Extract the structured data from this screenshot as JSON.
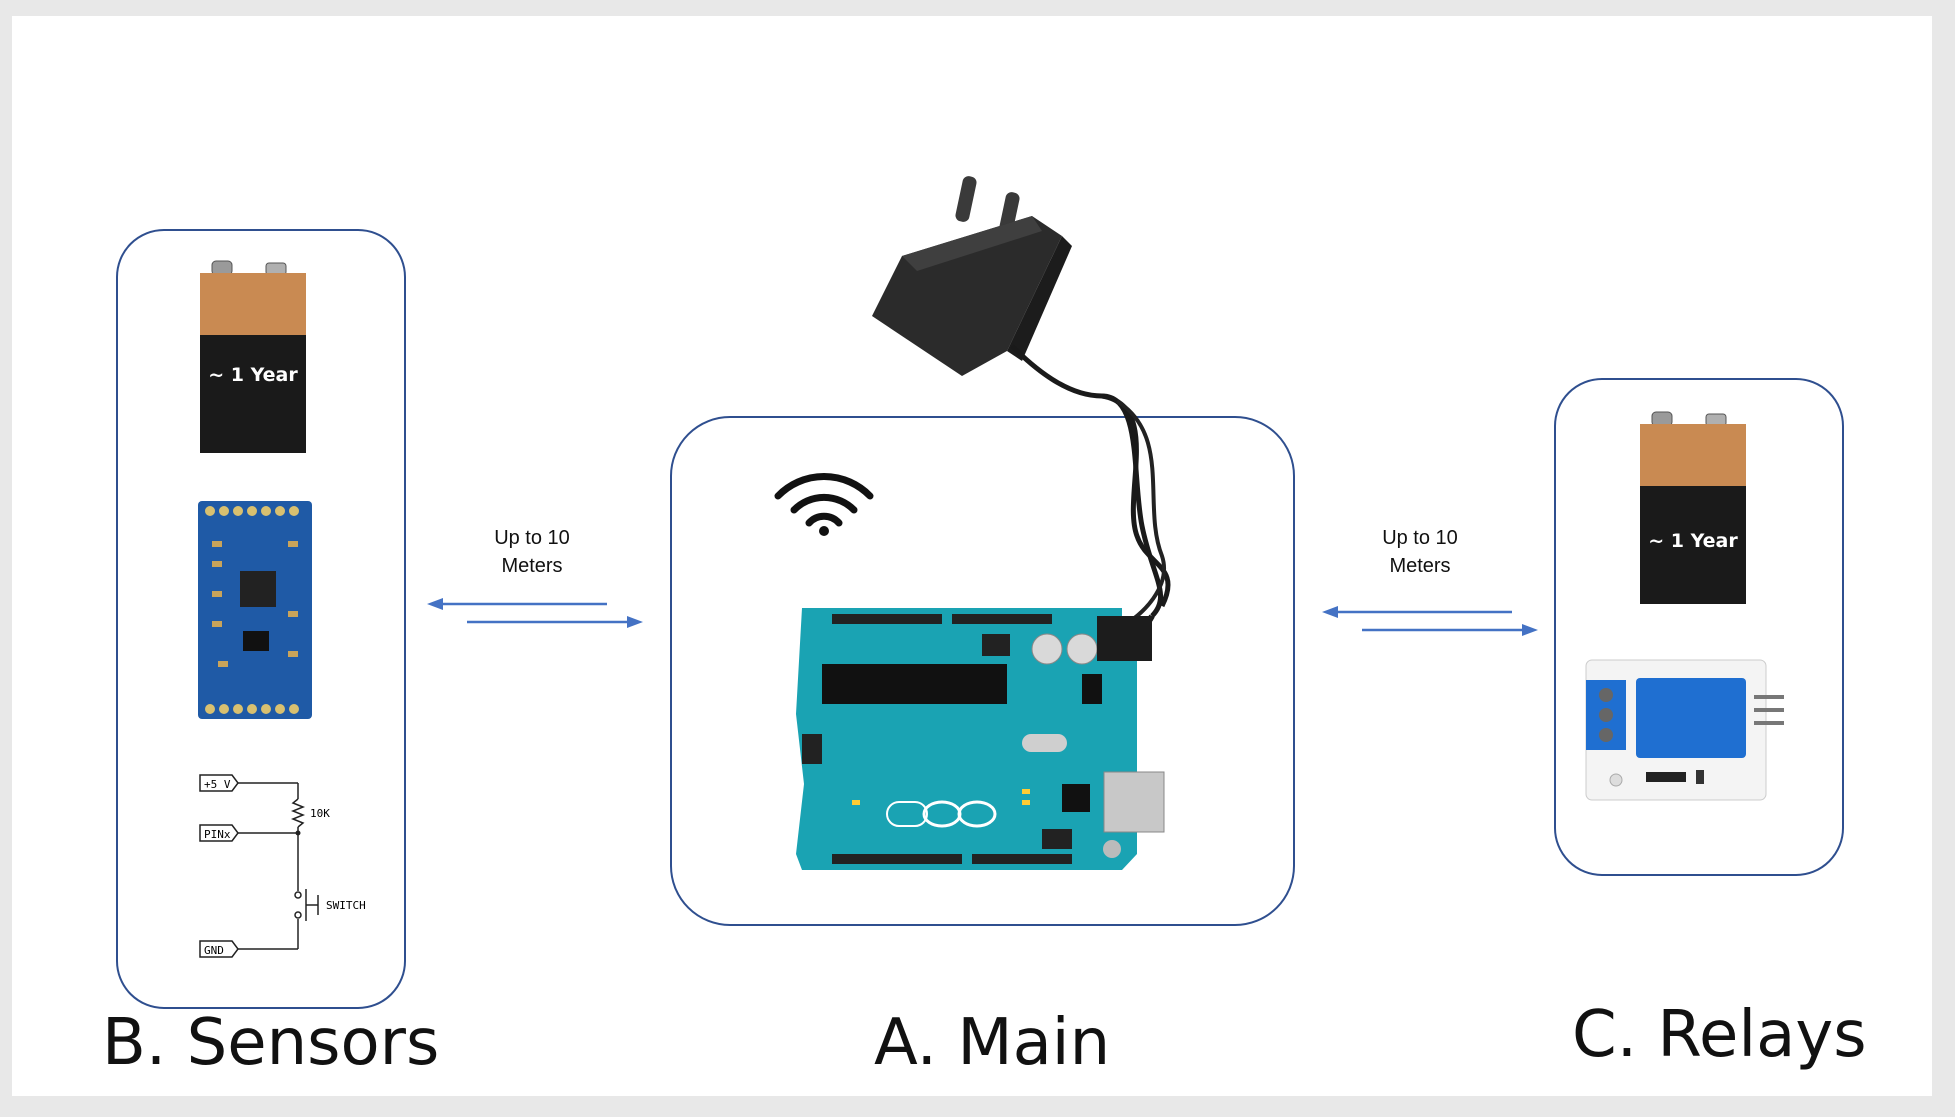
{
  "panels": {
    "sensors": {
      "title": "B. Sensors",
      "battery_label": "~ 1 Year",
      "schematic": {
        "supply_label": "+5 V",
        "pin_label": "PINx",
        "ground_label": "GND",
        "resistor_label": "10K",
        "switch_label": "SWITCH"
      }
    },
    "main": {
      "title": "A. Main"
    },
    "relays": {
      "title": "C. Relays",
      "battery_label": "~ 1 Year"
    }
  },
  "links": {
    "left": {
      "line1": "Up to 10",
      "line2": "Meters"
    },
    "right": {
      "line1": "Up to 10",
      "line2": "Meters"
    }
  },
  "colors": {
    "panel_border": "#2f4f8f",
    "arrow": "#4472c4",
    "board_teal": "#1aa3b3",
    "sensor_board": "#1f5aa6",
    "relay_blue": "#1f6fd1"
  }
}
